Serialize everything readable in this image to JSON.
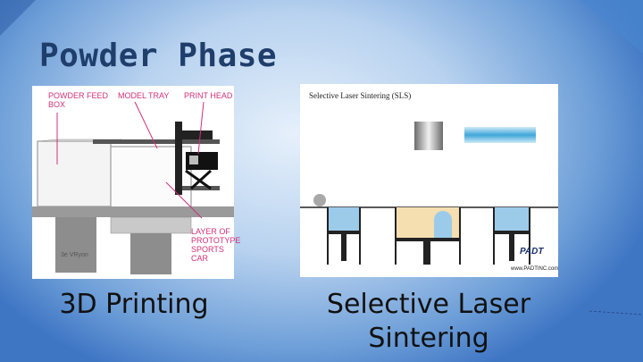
{
  "slide": {
    "title": "Powder Phase",
    "left_caption": "3D Printing",
    "right_caption_line1": "Selective Laser",
    "right_caption_line2": "Sintering"
  },
  "printer_diagram": {
    "label_powder_feed_line1": "POWDER FEED",
    "label_powder_feed_line2": "BOX",
    "label_model_tray": "MODEL TRAY",
    "label_print_head": "PRINT HEAD",
    "label_layer_line1": "LAYER OF",
    "label_layer_line2": "PROTOTYPE",
    "label_layer_line3": "SPORTS CAR",
    "credit": "3e VRyon"
  },
  "sls_diagram": {
    "title": "Selective Laser Sintering (SLS)",
    "brand": "PADT",
    "url": "www.PADTINC.com"
  },
  "colors": {
    "title": "#1f3e6b",
    "label_pink": "#d0307a",
    "powder_blue": "#9ccbea",
    "part_beige": "#f5deb0"
  }
}
